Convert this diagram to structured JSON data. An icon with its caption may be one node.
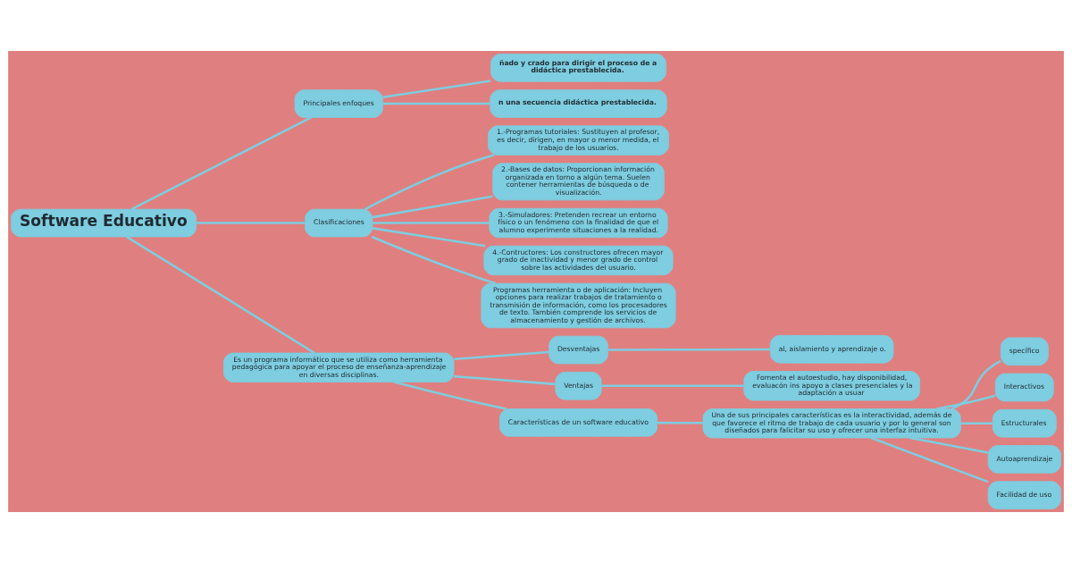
{
  "diagram": {
    "nodes": [
      {
        "text": [
          "Software Educativo"
        ]
      },
      {
        "text": [
          "Principales enfoques"
        ]
      },
      {
        "text": [
          "ñado y crado para dirigir el proceso de a didáctica prestablecida."
        ]
      },
      {
        "text": [
          "n una secuencia didáctica prestablecida."
        ]
      },
      {
        "text": [
          "Clasificaciones"
        ]
      },
      {
        "text": [
          "1.-Programas tutoriales: Sustituyen al profesor, es decir, dirigen, en mayor o menor medida, el trabajo de los usuarios."
        ]
      },
      {
        "text": [
          "2.-Bases de datos: Proporcionan información organizada en torno a algún tema. Suelen contener herramientas de búsqueda o de visualización."
        ]
      },
      {
        "text": [
          "3.-Simuladores: Pretenden recrear un entorno físico o un fenómeno con la finalidad de que el alumno experimente situaciones a la realidad."
        ]
      },
      {
        "text": [
          "4.-Contructores: Los constructores ofrecen mayor grado de inactividad y menor grado de control sobre las actividades del usuario."
        ]
      },
      {
        "text": [
          "Programas herramienta o de aplicación: Incluyen opciones para realizar trabajos de tratamiento o transmisión de información, como los procesadores de texto. También comprende los servicios de almacenamiento y gestión de archivos."
        ]
      },
      {
        "text": [
          "Es un programa informático que se utiliza como herramienta pedagógica para apoyar el proceso de enseñanza-aprendizaje en diversas disciplinas."
        ]
      },
      {
        "text": [
          "Desventajas"
        ]
      },
      {
        "text": [
          "al, aislamiento y aprendizaje o."
        ]
      },
      {
        "text": [
          "Ventajas"
        ]
      },
      {
        "text": [
          "Fomenta el autoestudio, hay disponibilidad, evaluacón ins apoyo a clases presenciales y la adaptación a usuar"
        ]
      },
      {
        "text": [
          "Características de un software educativo"
        ]
      },
      {
        "text": [
          "Una de sus principales características es la interactividad, además de que favorece el ritmo de trabajo de cada usuario y por lo general son diseñados para falicitar su uso y ofrecer una interfaz intuitiva."
        ]
      },
      {
        "text": [
          "specífico"
        ]
      },
      {
        "text": [
          "Interactivos"
        ]
      },
      {
        "text": [
          "Estructurales"
        ]
      },
      {
        "text": [
          "Autoaprendizaje"
        ]
      },
      {
        "text": [
          "Facilidad de uso"
        ]
      }
    ],
    "edges": [
      {
        "from": 0,
        "to": 1,
        "arrow": "none"
      },
      {
        "from": 1,
        "to": 2,
        "arrow": "none"
      },
      {
        "from": 1,
        "to": 3,
        "arrow": "none"
      },
      {
        "from": 0,
        "to": 4,
        "arrow": "none"
      },
      {
        "from": 4,
        "to": 5,
        "arrow": "none"
      },
      {
        "from": 4,
        "to": 6,
        "arrow": "none"
      },
      {
        "from": 4,
        "to": 7,
        "arrow": "none"
      },
      {
        "from": 4,
        "to": 8,
        "arrow": "none"
      },
      {
        "from": 4,
        "to": 9,
        "arrow": "none"
      },
      {
        "from": 0,
        "to": 10,
        "arrow": "none"
      },
      {
        "from": 10,
        "to": 11,
        "arrow": "none"
      },
      {
        "from": 11,
        "to": 12,
        "arrow": "none"
      },
      {
        "from": 10,
        "to": 13,
        "arrow": "none"
      },
      {
        "from": 13,
        "to": 14,
        "arrow": "none"
      },
      {
        "from": 10,
        "to": 15,
        "arrow": "none"
      },
      {
        "from": 15,
        "to": 16,
        "arrow": "none"
      },
      {
        "from": 16,
        "to": 17,
        "arrow": "none"
      },
      {
        "from": 16,
        "to": 18,
        "arrow": "none"
      },
      {
        "from": 16,
        "to": 19,
        "arrow": "none"
      },
      {
        "from": 16,
        "to": 20,
        "arrow": "none"
      },
      {
        "from": 16,
        "to": 21,
        "arrow": "none"
      }
    ]
  }
}
